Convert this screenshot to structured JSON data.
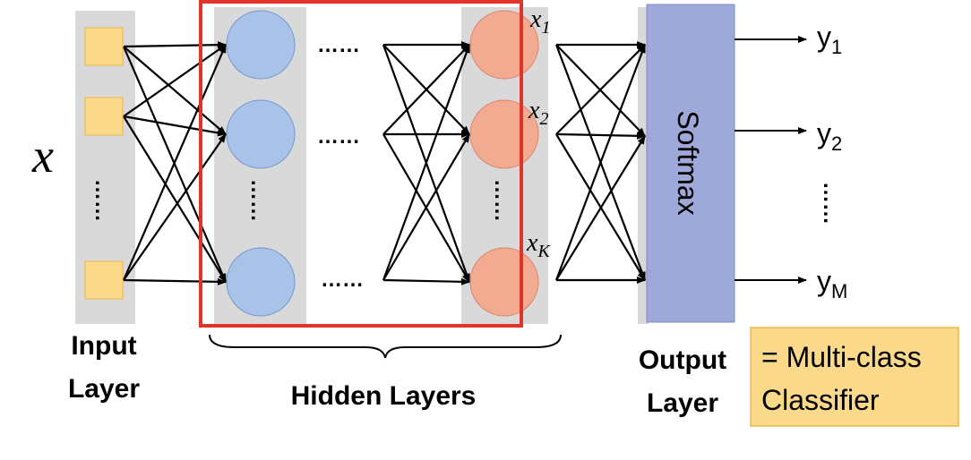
{
  "input": {
    "symbol": "x",
    "dots": "……",
    "label_line1": "Input",
    "label_line2": "Layer"
  },
  "hidden": {
    "row_dots": "……",
    "column_dots": "……",
    "label": "Hidden Layers",
    "features": [
      {
        "base": "x",
        "sub": "1"
      },
      {
        "base": "x",
        "sub": "2"
      },
      {
        "base": "x",
        "sub": "K"
      }
    ]
  },
  "output": {
    "softmax_label": "Softmax",
    "label_line1": "Output",
    "label_line2": "Layer",
    "outputs": [
      {
        "base": "y",
        "sub": "1"
      },
      {
        "base": "y",
        "sub": "2"
      },
      {
        "base": "y",
        "sub": "M"
      }
    ],
    "dots": "……"
  },
  "note": {
    "line1": "= Multi-class",
    "line2": "Classifier"
  },
  "colors": {
    "input_node": "#fbd98a",
    "input_node_border": "#e8b84a",
    "hidden_node": "#a9c3e8",
    "hidden_node_border": "#6f94cc",
    "feature_node": "#f2ab91",
    "feature_node_border": "#d9826a",
    "column_bg": "#d9d9d9",
    "softmax_fill": "#9fa9d9",
    "softmax_border": "#7f8cc2",
    "highlight_box": "#e0342a",
    "note_fill": "#fbd98a",
    "note_border": "#e8b84a"
  }
}
